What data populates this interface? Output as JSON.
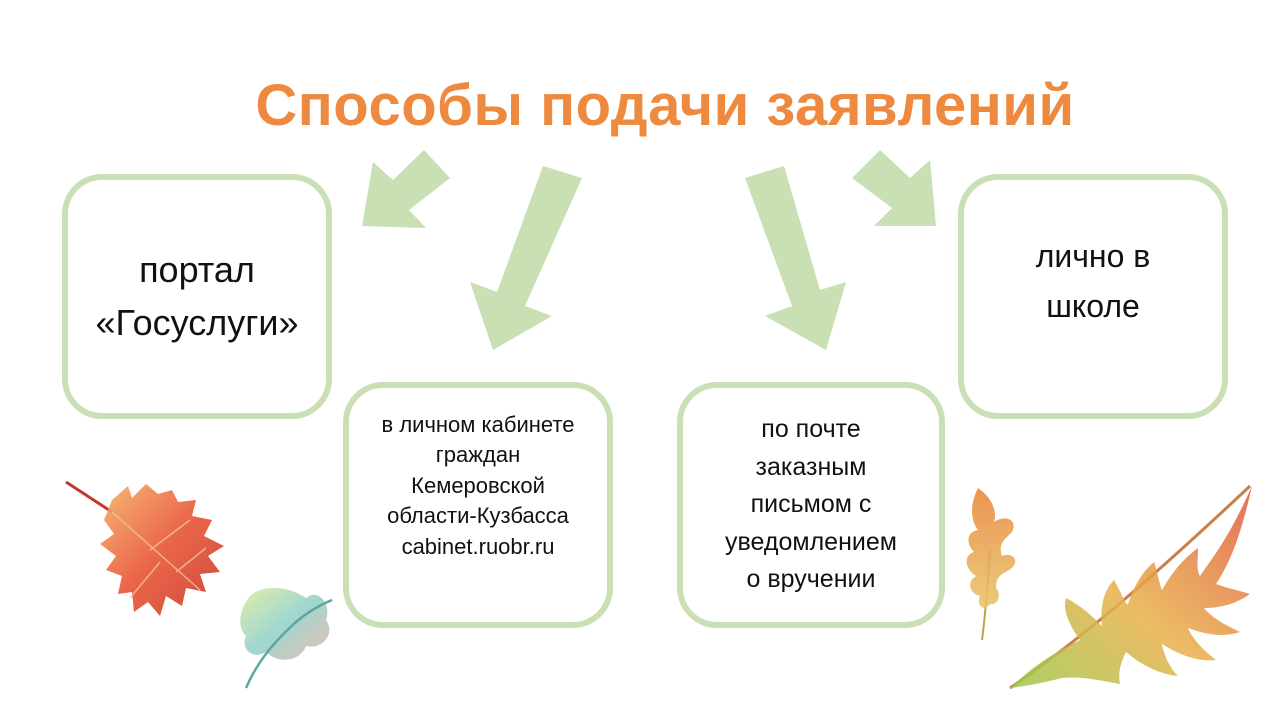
{
  "title": {
    "text": "Способы подачи заявлений",
    "color": "#ee8a3f"
  },
  "arrow_color": "#c8e0b4",
  "methods": [
    {
      "text": "портал\n«Госуслуги»"
    },
    {
      "text": "в личном кабинете\nграждан\nКемеровской\nобласти-Кузбасса\ncabinet.ruobr.ru"
    },
    {
      "text": "по почте\nзаказным\nписьмом с\nуведомлением\nо вручении"
    },
    {
      "text": "лично в\nшколе"
    }
  ]
}
